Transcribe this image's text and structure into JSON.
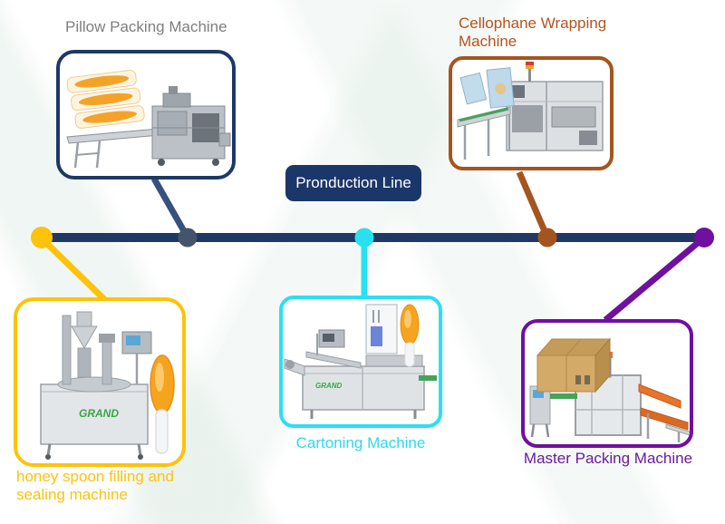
{
  "center_label": "Pronduction Line",
  "brand": {
    "logo_text": "GRAND",
    "logo_color": "#3AA546"
  },
  "machines": [
    {
      "id": "pillow-packing",
      "label": "Pillow Packing Machine",
      "accent": "#1F3864",
      "label_color": "#7F7F7F",
      "position": "top-left"
    },
    {
      "id": "cellophane-wrapping",
      "label": "Cellophane Wrapping Machine",
      "accent": "#A4551F",
      "label_color": "#B3541E",
      "position": "top-right"
    },
    {
      "id": "honey-spoon-filling",
      "label": "honey spoon filling and sealing machine",
      "accent": "#FDC30B",
      "label_color": "#FDC30B",
      "position": "bottom-left"
    },
    {
      "id": "cartoning",
      "label": "Cartoning Machine",
      "accent": "#2BDFF2",
      "label_color": "#2BD9F1",
      "position": "bottom-center"
    },
    {
      "id": "master-packing",
      "label": "Master Packing Machine",
      "accent": "#70109E",
      "label_color": "#6B1C9C",
      "position": "bottom-right"
    }
  ],
  "timeline": {
    "bar_color": "#1F3864",
    "dots": [
      {
        "machine": "honey-spoon-filling",
        "color": "#FDC30B"
      },
      {
        "machine": "pillow-packing",
        "color": "#44546A"
      },
      {
        "machine": "cartoning",
        "color": "#29E0F0"
      },
      {
        "machine": "cellophane-wrapping",
        "color": "#A4551F"
      },
      {
        "machine": "master-packing",
        "color": "#70109E"
      }
    ]
  }
}
